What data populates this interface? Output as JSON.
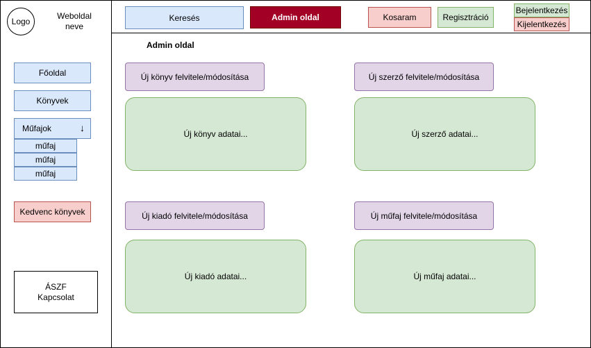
{
  "header": {
    "logo": "Logo",
    "site_name_line1": "Weboldal",
    "site_name_line2": "neve",
    "search": "Keresés",
    "admin": "Admin oldal",
    "cart": "Kosaram",
    "register": "Regisztráció",
    "login": "Bejelentkezés",
    "logout": "Kijelentkezés"
  },
  "sidebar": {
    "home": "Főoldal",
    "books": "Könyvek",
    "genres": "Műfajok",
    "genres_arrow": "↓",
    "genre_items": [
      "műfaj",
      "műfaj",
      "műfaj"
    ],
    "favorites": "Kedvenc könyvek",
    "footer_line1": "ÁSZF",
    "footer_line2": "Kapcsolat"
  },
  "main": {
    "page_title": "Admin oldal",
    "panels": [
      {
        "button": "Új könyv felvitele/módosítása",
        "content": "Új könyv adatai..."
      },
      {
        "button": "Új szerző felvitele/módosítása",
        "content": "Új szerző adatai..."
      },
      {
        "button": "Új kiadó felvitele/módosítása",
        "content": "Új kiadó adatai..."
      },
      {
        "button": "Új műfaj felvitele/módosítása",
        "content": "Új műfaj adatai..."
      }
    ]
  },
  "colors": {
    "blue_fill": "#dae8fc",
    "red_fill": "#f8cecc",
    "green_fill": "#d5e8d4",
    "purple_fill": "#e1d5e7",
    "admin_fill": "#a20025"
  }
}
